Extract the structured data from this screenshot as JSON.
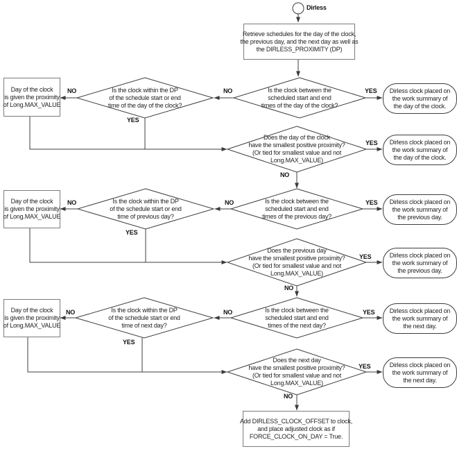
{
  "flowchart": {
    "start": {
      "label": "Dirless"
    },
    "retrieve": "Retrieve schedules for the day of the clock,\nthe previous day, and the next day as well as\nthe DIRLESS_PROXIMITY (DP)",
    "yes": "YES",
    "no": "NO",
    "day": {
      "between_decision": "Is the clock between the\nscheduled start and end\ntimes of the day of the clock?",
      "within_dp_decision": "Is the clock within the DP\nof the schedule start or end\ntime of the day of the clock?",
      "max_value_box": "Day of the clock\nis given the proximity\nof Long.MAX_VALUE",
      "smallest_decision": "Does the day of the clock\nhave the smallest positive proximity?\n(Or tied for smallest value and not\nLong.MAX_VALUE)",
      "placed_between": "Dirless clock placed on\nthe work summary of\nthe day of the clock.",
      "placed_smallest": "Dirless clock placed on\nthe work summary of\nthe day of the clock."
    },
    "prev": {
      "between_decision": "Is the clock between the\nscheduled start and end\ntimes of the previous day?",
      "within_dp_decision": "Is the clock within the DP\nof the schedule start or end\ntime of previous day?",
      "max_value_box": "Day of the clock\nis given the proximity\nof Long.MAX_VALUE",
      "smallest_decision": "Does the previous day\nhave the smallest positive proximity?\n(Or tied for smallest value and not\nLong.MAX_VALUE)",
      "placed_between": "Dirless clock placed on\nthe work summary of\nthe previous day.",
      "placed_smallest": "Dirless clock placed on\nthe work summary of\nthe previous day."
    },
    "next": {
      "between_decision": "Is the clock between the\nscheduled start and end\ntimes of the next day?",
      "within_dp_decision": "Is the clock within the DP\nof the schedule start or end\ntime of next day?",
      "max_value_box": "Day of the clock\nis given the proximity\nof Long.MAX_VALUE",
      "smallest_decision": "Does the next day\nhave the smallest positive proximity?\n(Or tied for smallest value and not\nLong.MAX_VALUE)",
      "placed_between": "Dirless clock placed on\nthe work summary of\nthe next day.",
      "placed_smallest": "Dirless clock placed on\nthe work summary of\nthe next day."
    },
    "final": "Add DIRLESS_CLOCK_OFFSET to clock,\nand place adjusted clock as if\nFORCE_CLOCK_ON_DAY = True.",
    "colors": {
      "line": "#3c3c3c",
      "box_border": "#7b7b7b",
      "background": "#ffffff",
      "text": "#1f1f1f"
    }
  }
}
